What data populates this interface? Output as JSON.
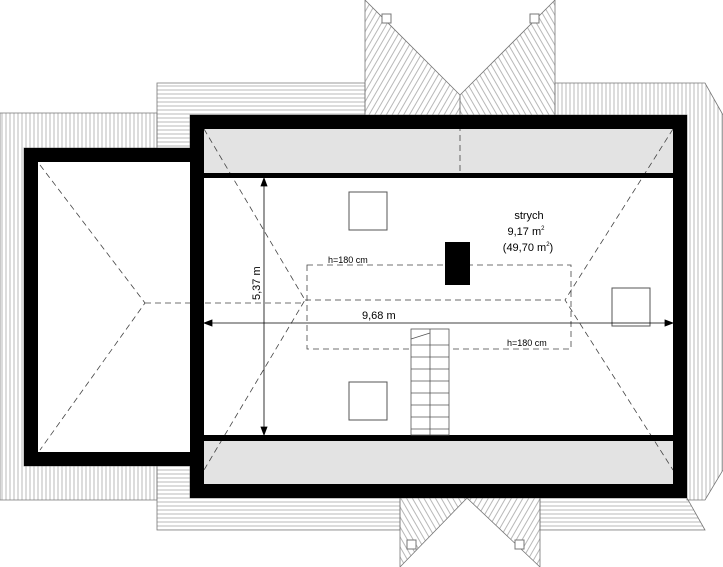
{
  "room": {
    "name": "strych",
    "area": "9,17 m",
    "area_total": "(49,70 m",
    "area_total_close": ")",
    "sup": "2"
  },
  "dimensions": {
    "width": "9,68 m",
    "depth": "5,37 m",
    "height_label_top": "h=180 cm",
    "height_label_bottom": "h=180 cm"
  },
  "colors": {
    "wall": "#000000",
    "low_zone": "#e3e3e3",
    "roof_line": "#777777"
  }
}
